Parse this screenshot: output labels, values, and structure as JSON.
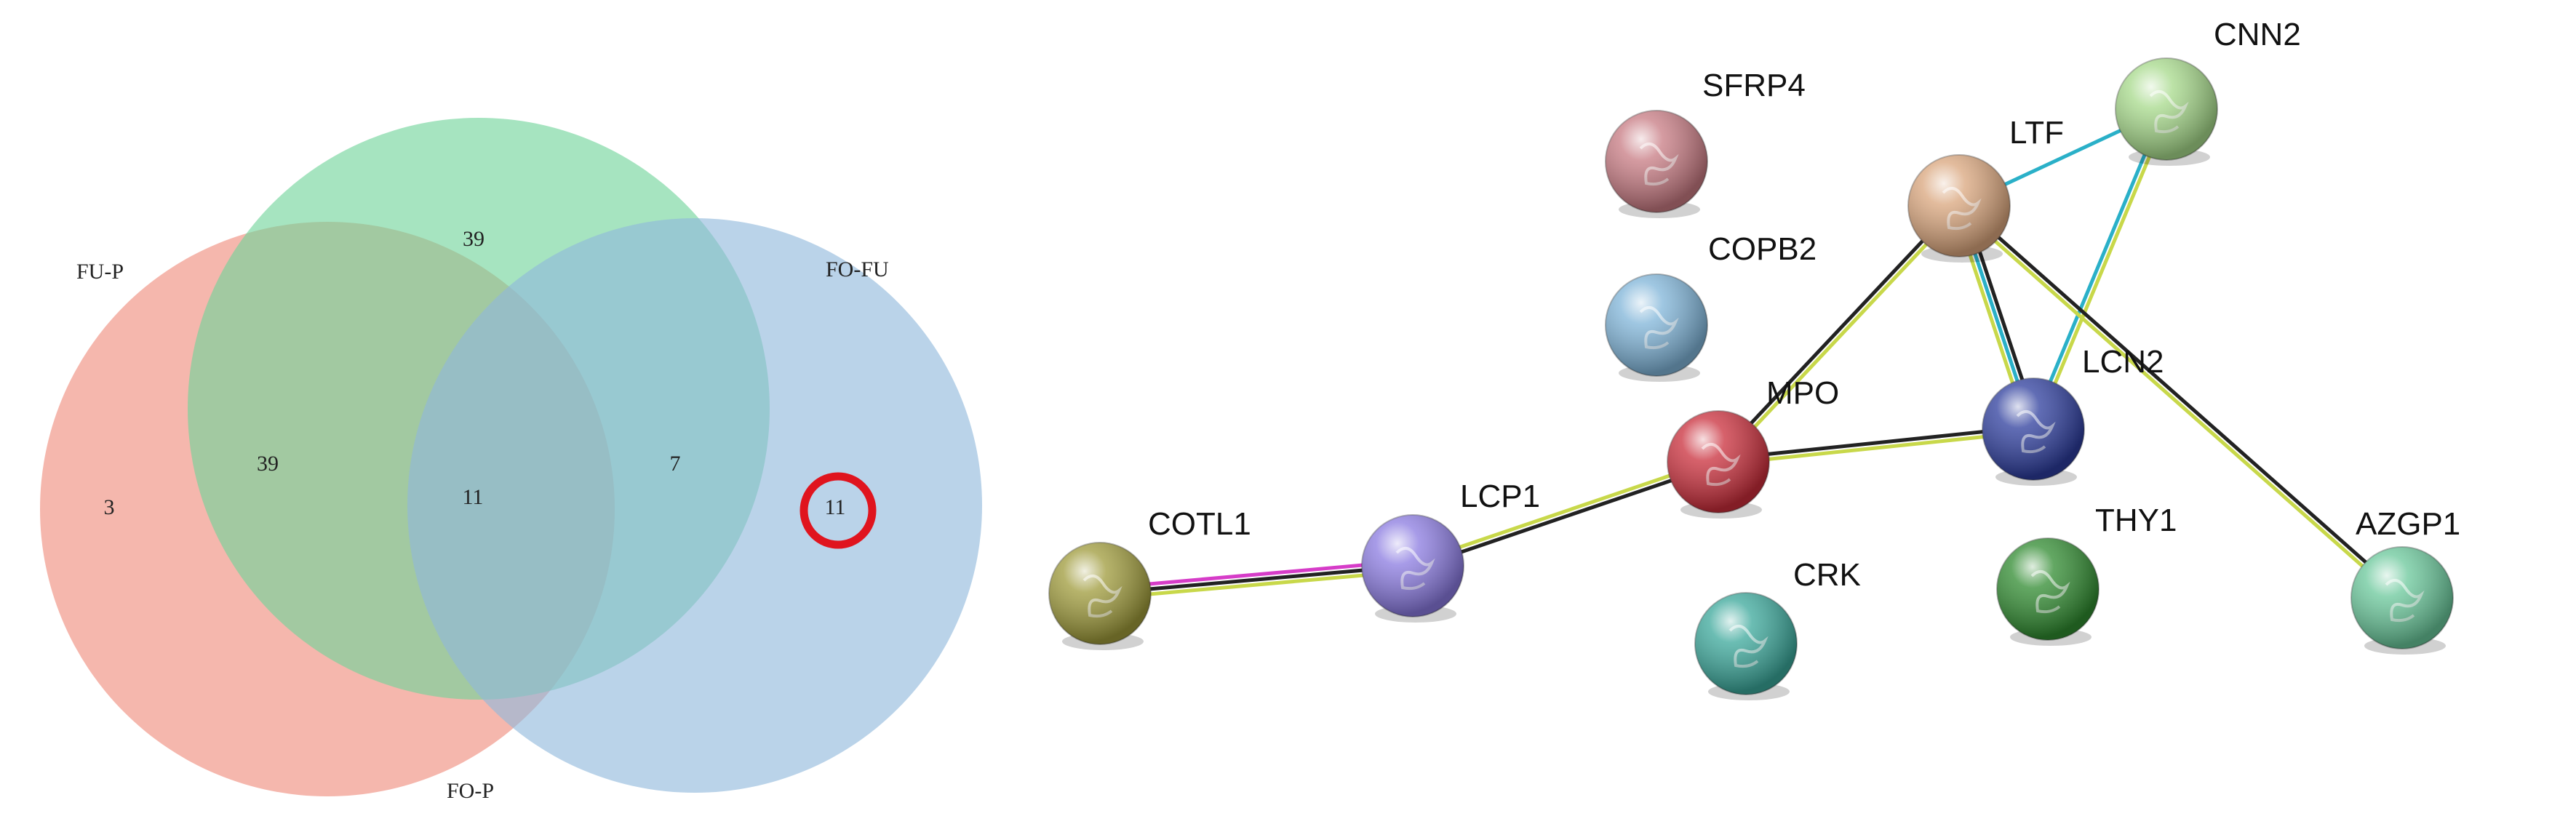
{
  "venn": {
    "sets": [
      {
        "id": "fu_p",
        "label": "FU-P",
        "color": "#ef8a7a"
      },
      {
        "id": "fo_p",
        "label": "FO-P",
        "color": "#6fd49a"
      },
      {
        "id": "fo_fu",
        "label": "FO-FU",
        "color": "#8fb8dc"
      }
    ],
    "regions": [
      {
        "id": "fu_p_only",
        "value": "3"
      },
      {
        "id": "fo_p_only",
        "value": "39"
      },
      {
        "id": "fo_fu_only",
        "value": "11",
        "highlighted": true
      },
      {
        "id": "fu_p_fo_p",
        "value": "39"
      },
      {
        "id": "fo_p_fo_fu",
        "value": "7"
      },
      {
        "id": "all_three",
        "value": "11"
      }
    ],
    "highlight_color": "#e0141e"
  },
  "network": {
    "nodes": [
      {
        "id": "SFRP4",
        "label": "SFRP4",
        "color": "#c77a82"
      },
      {
        "id": "COPB2",
        "label": "COPB2",
        "color": "#7fb4d8"
      },
      {
        "id": "LTF",
        "label": "LTF",
        "color": "#d9a57c"
      },
      {
        "id": "CNN2",
        "label": "CNN2",
        "color": "#a6d98a"
      },
      {
        "id": "MPO",
        "label": "MPO",
        "color": "#c92d3a"
      },
      {
        "id": "LCN2",
        "label": "LCN2",
        "color": "#2c3c9c"
      },
      {
        "id": "COTL1",
        "label": "COTL1",
        "color": "#9e9a3a"
      },
      {
        "id": "LCP1",
        "label": "LCP1",
        "color": "#8a7ae0"
      },
      {
        "id": "CRK",
        "label": "CRK",
        "color": "#3aa79a"
      },
      {
        "id": "THY1",
        "label": "THY1",
        "color": "#2f8a2f"
      },
      {
        "id": "AZGP1",
        "label": "AZGP1",
        "color": "#69c79a"
      }
    ],
    "edges": [
      {
        "source": "COTL1",
        "target": "LCP1",
        "colors": [
          "#d63cc8",
          "#222222",
          "#c8d84a"
        ]
      },
      {
        "source": "LCP1",
        "target": "MPO",
        "colors": [
          "#c8d84a",
          "#222222"
        ]
      },
      {
        "source": "MPO",
        "target": "LCN2",
        "colors": [
          "#222222",
          "#c8d84a"
        ]
      },
      {
        "source": "MPO",
        "target": "LTF",
        "colors": [
          "#222222",
          "#c8d84a"
        ]
      },
      {
        "source": "LTF",
        "target": "LCN2",
        "colors": [
          "#222222",
          "#2ab0c8",
          "#c8d84a"
        ]
      },
      {
        "source": "LTF",
        "target": "CNN2",
        "colors": [
          "#2ab0c8"
        ]
      },
      {
        "source": "LCN2",
        "target": "CNN2",
        "colors": [
          "#2ab0c8",
          "#c8d84a"
        ]
      },
      {
        "source": "LTF",
        "target": "AZGP1",
        "colors": [
          "#222222",
          "#c8d84a"
        ]
      }
    ]
  }
}
